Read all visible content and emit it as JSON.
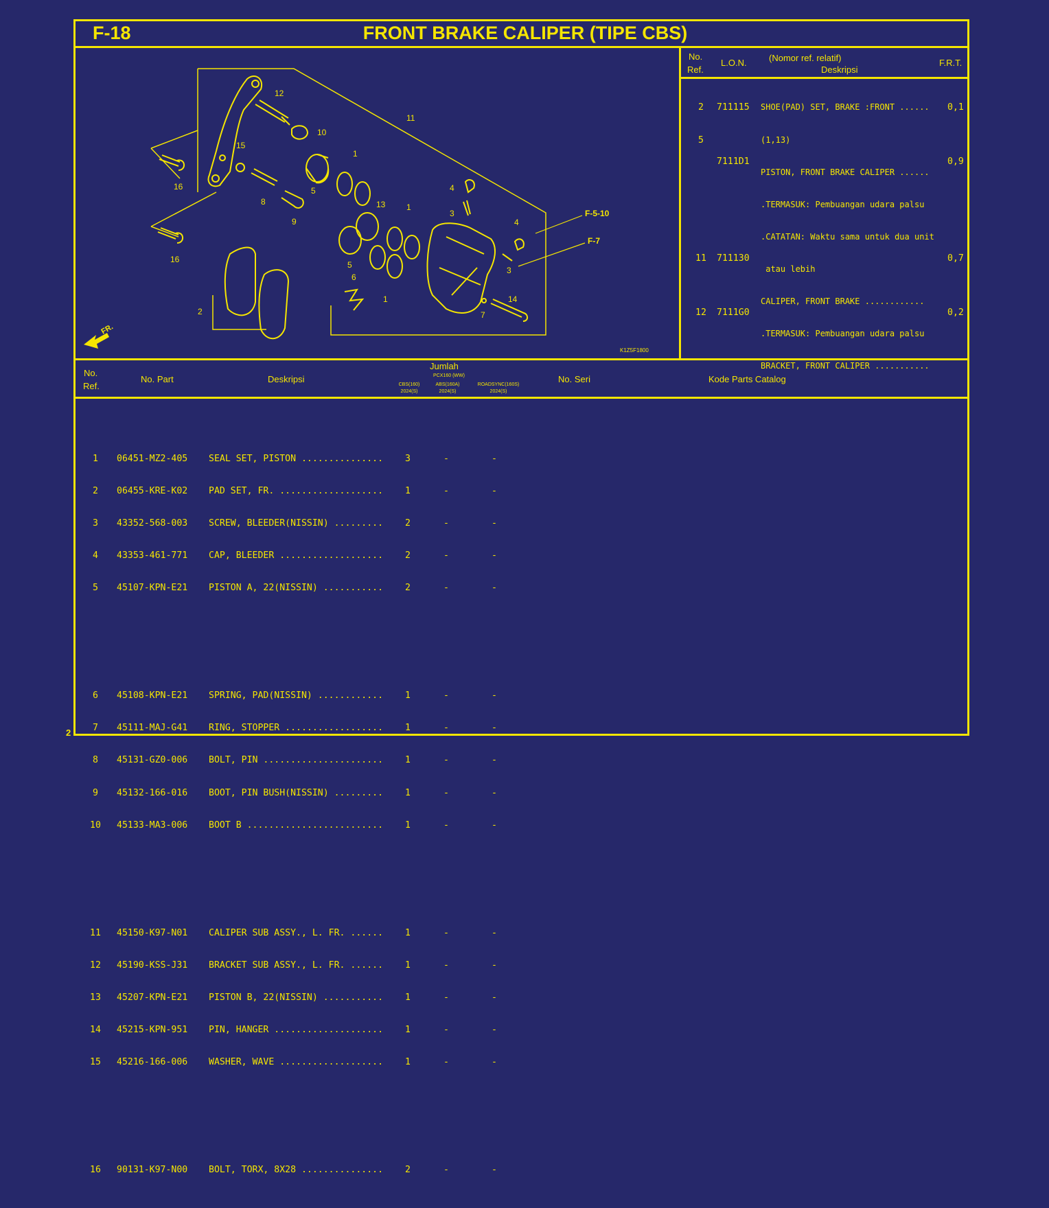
{
  "page": {
    "code": "F-18",
    "title": "FRONT BRAKE CALIPER (TIPE CBS)",
    "corner_mark": "2"
  },
  "diagram": {
    "code": "K1Z5F1800",
    "callouts": [
      "12",
      "10",
      "11",
      "15",
      "16",
      "1",
      "5",
      "13",
      "1",
      "4",
      "3",
      "4",
      "8",
      "9",
      "16",
      "6",
      "5",
      "1",
      "3",
      "2",
      "7",
      "14"
    ],
    "refs": [
      "F-5-10",
      "F-7"
    ],
    "front_label": "FR."
  },
  "side": {
    "hdr_no": "No.",
    "hdr_ref": "Ref.",
    "hdr_lon": "L.O.N.",
    "hdr_nomor": "(Nomor ref. relatif)",
    "hdr_desc": "Deskripsi",
    "hdr_frt": "F.R.T.",
    "lines": [
      {
        "ref": "2",
        "lon": "711115",
        "desc": "SHOE(PAD) SET, BRAKE :FRONT ......",
        "frt": "0,1"
      },
      {
        "ref": "5",
        "lon": "",
        "desc": "(1,13)",
        "frt": ""
      },
      {
        "ref": "",
        "lon": "7111D1",
        "desc": "PISTON, FRONT BRAKE CALIPER ......",
        "frt": "0,9"
      },
      {
        "ref": "",
        "lon": "",
        "desc": ".TERMASUK: Pembuangan udara palsu",
        "frt": ""
      },
      {
        "ref": "",
        "lon": "",
        "desc": ".CATATAN: Waktu sama untuk dua unit",
        "frt": ""
      },
      {
        "ref": "",
        "lon": "",
        "desc": " atau lebih",
        "frt": ""
      },
      {
        "ref": "11",
        "lon": "711130",
        "desc": "CALIPER, FRONT BRAKE ............",
        "frt": "0,7"
      },
      {
        "ref": "",
        "lon": "",
        "desc": ".TERMASUK: Pembuangan udara palsu",
        "frt": ""
      },
      {
        "ref": "12",
        "lon": "7111G0",
        "desc": "BRACKET, FRONT CALIPER ...........",
        "frt": "0,2"
      }
    ]
  },
  "table": {
    "hdr_no": "No.",
    "hdr_ref": "Ref.",
    "hdr_part": "No. Part",
    "hdr_desc": "Deskripsi",
    "hdr_jumlah": "Jumlah",
    "hdr_model_top": "PCX160 (WW)",
    "hdr_col1_a": "CBS(160)",
    "hdr_col1_b": "2024(S)",
    "hdr_col2_a": "ABS(160A)",
    "hdr_col2_b": "2024(S)",
    "hdr_col3_a": "ROADSYNC(160S)",
    "hdr_col3_b": "2024(S)",
    "hdr_seri": "No. Seri",
    "hdr_catalog": "Kode Parts Catalog",
    "rows": [
      {
        "ref": "1",
        "part": "06451-MZ2-405",
        "desc": "SEAL SET, PISTON ...............",
        "q1": "3",
        "q2": "-",
        "q3": "-"
      },
      {
        "ref": "2",
        "part": "06455-KRE-K02",
        "desc": "PAD SET, FR. ...................",
        "q1": "1",
        "q2": "-",
        "q3": "-"
      },
      {
        "ref": "3",
        "part": "43352-568-003",
        "desc": "SCREW, BLEEDER(NISSIN) .........",
        "q1": "2",
        "q2": "-",
        "q3": "-"
      },
      {
        "ref": "4",
        "part": "43353-461-771",
        "desc": "CAP, BLEEDER ...................",
        "q1": "2",
        "q2": "-",
        "q3": "-"
      },
      {
        "ref": "5",
        "part": "45107-KPN-E21",
        "desc": "PISTON A, 22(NISSIN) ...........",
        "q1": "2",
        "q2": "-",
        "q3": "-"
      },
      {
        "ref": "6",
        "part": "45108-KPN-E21",
        "desc": "SPRING, PAD(NISSIN) ............",
        "q1": "1",
        "q2": "-",
        "q3": "-"
      },
      {
        "ref": "7",
        "part": "45111-MAJ-G41",
        "desc": "RING, STOPPER ..................",
        "q1": "1",
        "q2": "-",
        "q3": "-"
      },
      {
        "ref": "8",
        "part": "45131-GZ0-006",
        "desc": "BOLT, PIN ......................",
        "q1": "1",
        "q2": "-",
        "q3": "-"
      },
      {
        "ref": "9",
        "part": "45132-166-016",
        "desc": "BOOT, PIN BUSH(NISSIN) .........",
        "q1": "1",
        "q2": "-",
        "q3": "-"
      },
      {
        "ref": "10",
        "part": "45133-MA3-006",
        "desc": "BOOT B .........................",
        "q1": "1",
        "q2": "-",
        "q3": "-"
      },
      {
        "ref": "11",
        "part": "45150-K97-N01",
        "desc": "CALIPER SUB ASSY., L. FR. ......",
        "q1": "1",
        "q2": "-",
        "q3": "-"
      },
      {
        "ref": "12",
        "part": "45190-KSS-J31",
        "desc": "BRACKET SUB ASSY., L. FR. ......",
        "q1": "1",
        "q2": "-",
        "q3": "-"
      },
      {
        "ref": "13",
        "part": "45207-KPN-E21",
        "desc": "PISTON B, 22(NISSIN) ...........",
        "q1": "1",
        "q2": "-",
        "q3": "-"
      },
      {
        "ref": "14",
        "part": "45215-KPN-951",
        "desc": "PIN, HANGER ....................",
        "q1": "1",
        "q2": "-",
        "q3": "-"
      },
      {
        "ref": "15",
        "part": "45216-166-006",
        "desc": "WASHER, WAVE ...................",
        "q1": "1",
        "q2": "-",
        "q3": "-"
      },
      {
        "ref": "16",
        "part": "90131-K97-N00",
        "desc": "BOLT, TORX, 8X28 ...............",
        "q1": "2",
        "q2": "-",
        "q3": "-"
      }
    ]
  }
}
